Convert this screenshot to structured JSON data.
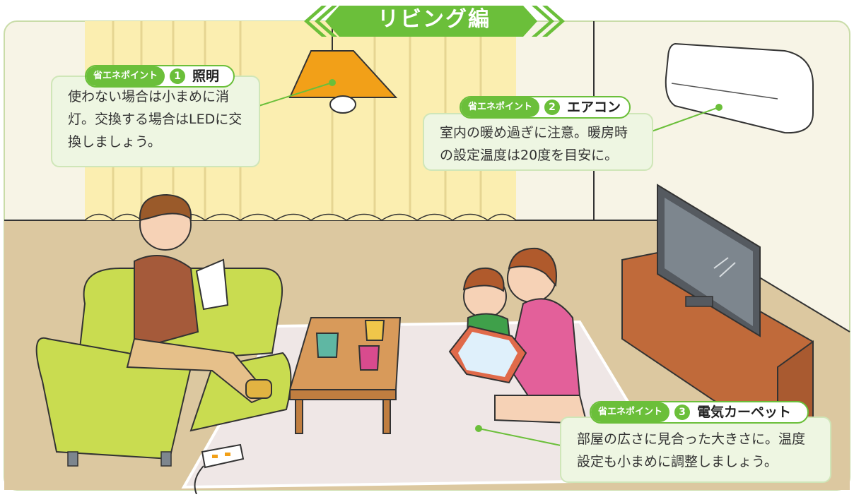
{
  "header": {
    "title": "リビング編"
  },
  "points": [
    {
      "badge": "省エネポイント",
      "number": "1",
      "title": "照明",
      "lines": [
        "使わない場合は小まめに消",
        "灯。交換する場合はLEDに交",
        "換しましょう。"
      ]
    },
    {
      "badge": "省エネポイント",
      "number": "2",
      "title": "エアコン",
      "lines": [
        "室内の暖め過ぎに注意。暖房時",
        "の設定温度は20度を目安に。"
      ]
    },
    {
      "badge": "省エネポイント",
      "number": "3",
      "title": "電気カーペット",
      "lines": [
        "部屋の広さに見合った大きさに。温度",
        "設定も小まめに調整しましょう。"
      ]
    }
  ],
  "colors": {
    "accent_green": "#6bbf3a",
    "callout_bg": "#eef6e2",
    "wall": "#f7f4e6",
    "floor": "#dcc8a0",
    "curtain": "#fbeeb0",
    "sofa": "#c9dc50",
    "lamp_shade": "#f2a018"
  }
}
